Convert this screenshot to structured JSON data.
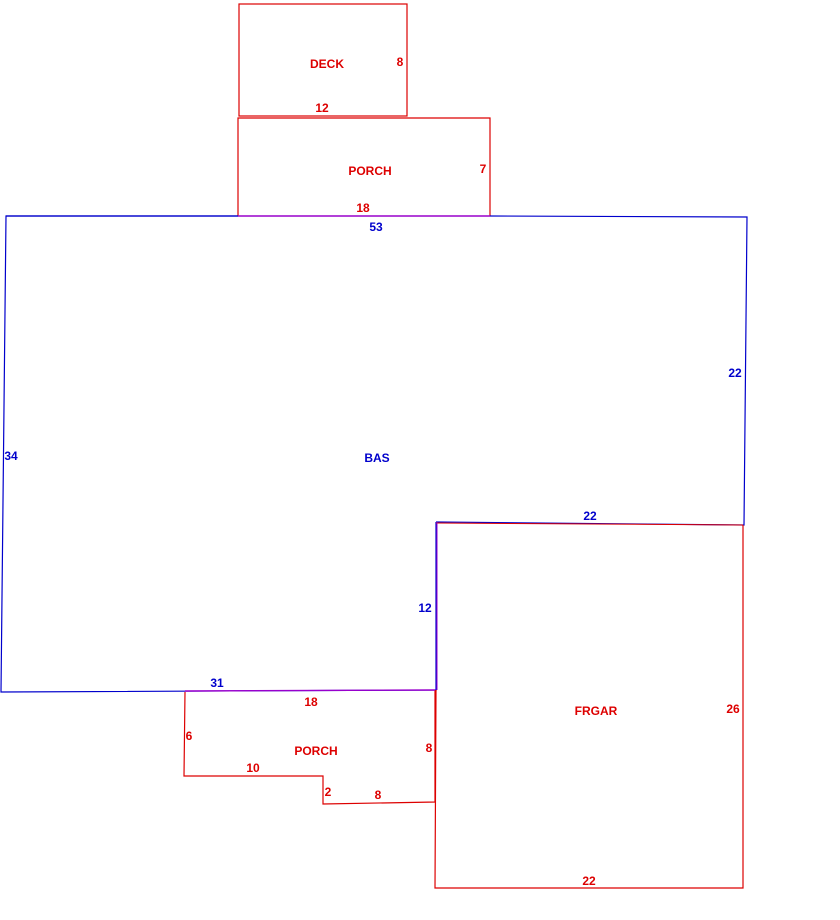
{
  "colors": {
    "main": "#0000cc",
    "addition": "#dd0000",
    "shared_edge": "#9900cc"
  },
  "areas": {
    "deck": {
      "label": "DECK",
      "dims": {
        "width": "12",
        "depth": "8"
      }
    },
    "porch_front": {
      "label": "PORCH",
      "dims": {
        "width": "18",
        "depth": "7"
      }
    },
    "bas": {
      "label": "BAS",
      "dims": {
        "top": "53",
        "left": "34",
        "right_upper": "22",
        "notch_top": "22",
        "notch_side": "12",
        "bottom": "31"
      }
    },
    "garage": {
      "label": "FRGAR",
      "dims": {
        "side": "26",
        "bottom": "22"
      }
    },
    "porch_rear": {
      "label": "PORCH",
      "dims": {
        "top": "18",
        "left": "6",
        "step_top": "10",
        "step_side": "2",
        "bottom": "8",
        "right": "8"
      }
    }
  }
}
